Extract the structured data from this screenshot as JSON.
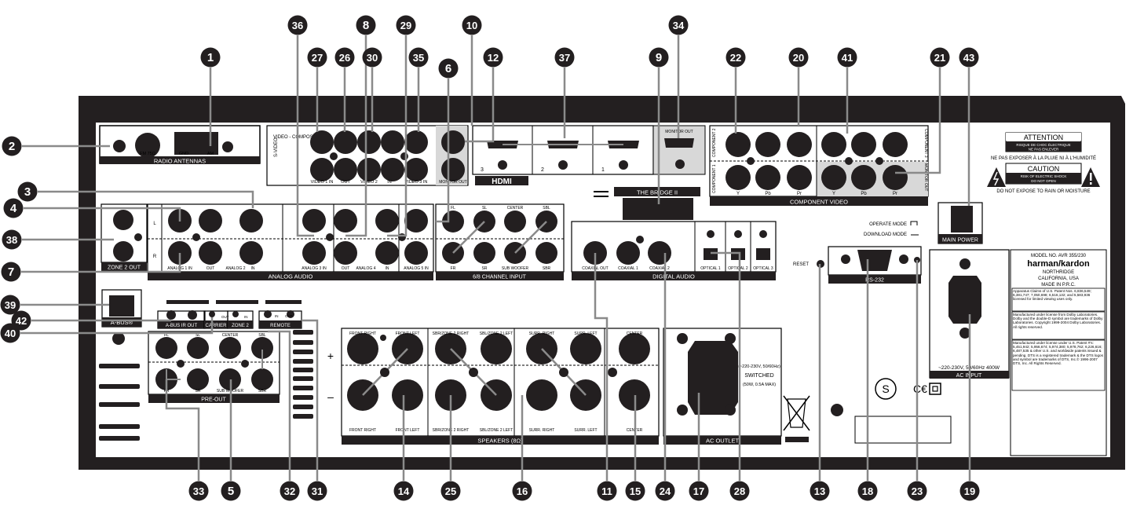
{
  "callouts": [
    "1",
    "2",
    "3",
    "4",
    "5",
    "6",
    "7",
    "8",
    "9",
    "10",
    "11",
    "12",
    "13",
    "14",
    "15",
    "16",
    "17",
    "18",
    "19",
    "20",
    "21",
    "22",
    "23",
    "24",
    "25",
    "26",
    "27",
    "28",
    "29",
    "30",
    "31",
    "32",
    "33",
    "34",
    "35",
    "36",
    "37",
    "38",
    "39",
    "40",
    "41",
    "42",
    "43"
  ],
  "antennas": {
    "fm": "FM 75Ω",
    "gnd": "GND",
    "am": "AM",
    "title": "RADIO ANTENNAS"
  },
  "video": {
    "composite": "VIDEO - COMPOSITE",
    "svideo": "S-VIDEO",
    "out": "OUT",
    "video1": "VIDEO 1 IN",
    "video2": "VIDEO 2",
    "in2": "IN",
    "video3": "VIDEO 3 IN",
    "monitor_out": "MONITOR OUT"
  },
  "hdmi": {
    "logo": "HDMI",
    "n1": "1",
    "n2": "2",
    "n3": "3",
    "monitor_out": "MONITOR OUT"
  },
  "bridge": {
    "title": "THE BRIDGE II"
  },
  "component": {
    "title": "COMPONENT VIDEO",
    "c1": "COMPONENT 1",
    "c2": "COMPONENT 2",
    "c3": "COMPONENT 3",
    "monitor_out": "MONITOR OUT",
    "y": "Y",
    "pb": "Pb",
    "pr": "Pr"
  },
  "attention": {
    "title": "ATTENTION",
    "line1": "RISQUE DE CHOC ÉLECTRIQUE",
    "line2": "NE PAS ENLEVER",
    "line3": "NE PAS EXPOSER À LA PLUIE NI À L'HUMIDITÉ",
    "caution": "CAUTION",
    "line4": "RISK OF ELECTRIC SHOCK",
    "line5": "DO NOT OPEN",
    "line6": "DO NOT EXPOSE TO RAIN OR MOISTURE"
  },
  "power": {
    "main": "MAIN POWER",
    "ac_input": "AC INPUT",
    "ac_spec": "~220-230V, 50/60Hz 400W"
  },
  "zone2": {
    "title": "ZONE 2 OUT",
    "l": "L",
    "r": "R"
  },
  "analog": {
    "title": "ANALOG AUDIO",
    "a1": "ANALOG 1 IN",
    "out": "OUT",
    "a2": "ANALOG 2",
    "in": "IN",
    "a3": "ANALOG 3 IN",
    "a4": "ANALOG 4",
    "a5": "ANALOG 5 IN"
  },
  "multich": {
    "title": "6/8 CHANNEL INPUT",
    "fl": "FL",
    "sl": "SL",
    "center": "CENTER",
    "sbl": "SBL",
    "fr": "FR",
    "sr": "SR",
    "sub": "SUB WOOFER",
    "sbr": "SBR"
  },
  "digital": {
    "title": "DIGITAL AUDIO",
    "coax_out": "COAXIAL OUT",
    "coax1": "COAXIAL 1",
    "coax2": "COAXIAL 2",
    "opt1": "OPTICAL 1",
    "opt2": "OPTICAL 2",
    "opt3": "OPTICAL 3"
  },
  "rs232": {
    "title": "RS-232",
    "reset": "RESET",
    "operate": "OPERATE MODE",
    "download": "DOWNLOAD MODE"
  },
  "model": {
    "no": "MODEL NO. AVR 355/230",
    "brand": "harman/kardon",
    "city": "NORTHRIDGE",
    "state": "CALIFORNIA, USA",
    "made": "MADE IN P.R.C.",
    "patent1": "Apparatus Claims of U.S. Patent Nos. 6,836,549; 6,381,747; 7,050,698; 6,516,132; and 5,583,936 licensed for limited viewing uses only.",
    "dolby": "Manufactured under license from Dolby Laboratories. Dolby and the double-D symbol are trademarks of Dolby Laboratories. Copyright 1999-2004 Dolby Laboratories. All rights reserved.",
    "dts": "Manufactured under license under U.S. Patent #'s: 5,451,942; 5,956,674; 5,974,380; 5,978,762; 6,226,616; 6,487,535 & other U.S. and worldwide patents issued & pending. DTS is a registered trademark & the DTS logos and symbol are trademarks of DTS, Inc.© 1996-2007 DTS, Inc. All Rights Reserved."
  },
  "abus": {
    "title": "A-BUS®",
    "ir": "A-BUS IR OUT",
    "carrier": "CARRIER",
    "out": "OUT",
    "in": "IN",
    "zone2": "ZONE 2",
    "remote": "REMOTE"
  },
  "preout": {
    "title": "PRE-OUT",
    "fl": "FL",
    "sl": "SL",
    "center": "CENTER",
    "sbl": "SBL",
    "fr": "FR",
    "sr": "SR",
    "sub": "SUB WOOFER",
    "sbr": "SBR"
  },
  "speakers": {
    "title": "SPEAKERS (8Ω)",
    "plus": "+",
    "minus": "–",
    "fr": "FRONT RIGHT",
    "fl": "FRONT LEFT",
    "sbr": "SBR/ZONE 2 RIGHT",
    "sbl": "SBL/ZONE 2 LEFT",
    "surr_r": "SURR. RIGHT",
    "surr_l": "SURR. LEFT",
    "center": "CENTER"
  },
  "ac_outlet": {
    "title": "AC OUTLET",
    "spec": "(~220-230V, 50/60Hz)",
    "switched": "SWITCHED",
    "max": "(50W, 0.5A MAX)"
  }
}
